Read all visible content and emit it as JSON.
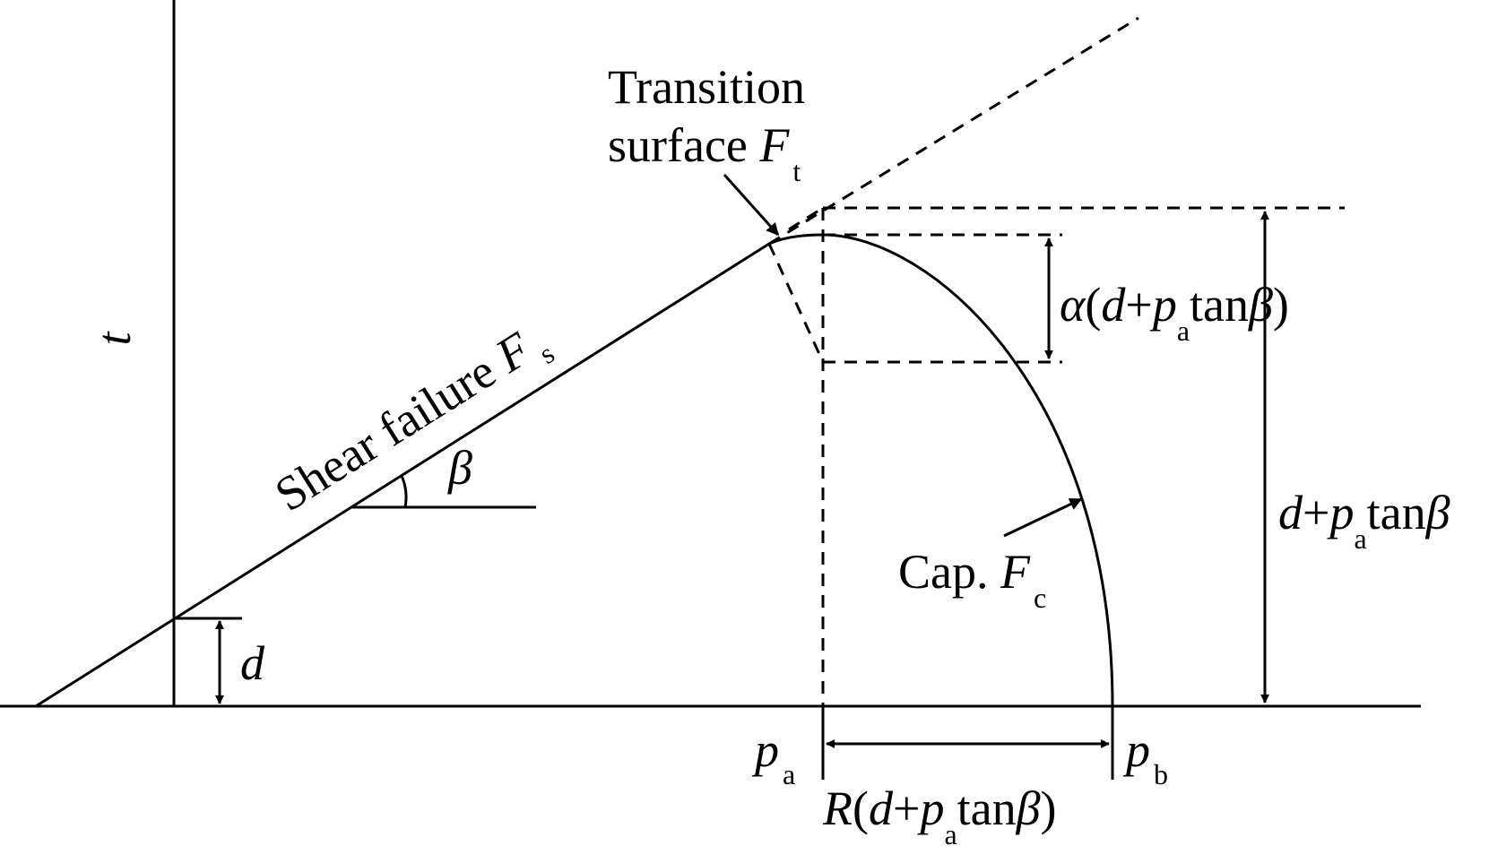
{
  "diagram": {
    "axis_t": "t",
    "shear": {
      "text": "Shear failure ",
      "sym": "F",
      "sub": "s"
    },
    "beta": "β",
    "d": "d",
    "transition": {
      "line1": "Transition",
      "line2": "surface ",
      "sym": "F",
      "sub": "t"
    },
    "cap": {
      "text": "Cap. ",
      "sym": "F",
      "sub": "c"
    },
    "alpha_dim": {
      "a": "α",
      "open": "(",
      "d": "d",
      "plus": "+",
      "p": "p",
      "psub": "a",
      "tan": "tan",
      "beta": "β",
      "close": ")"
    },
    "height_dim": {
      "d": "d",
      "plus": "+",
      "p": "p",
      "psub": "a",
      "tan": "tan",
      "beta": "β"
    },
    "r_dim": {
      "r": "R",
      "open": "(",
      "d": "d",
      "plus": "+",
      "p": "p",
      "psub": "a",
      "tan": "tan",
      "beta": "β",
      "close": ")"
    },
    "pa": {
      "p": "p",
      "sub": "a"
    },
    "pb": {
      "p": "p",
      "sub": "b"
    }
  }
}
